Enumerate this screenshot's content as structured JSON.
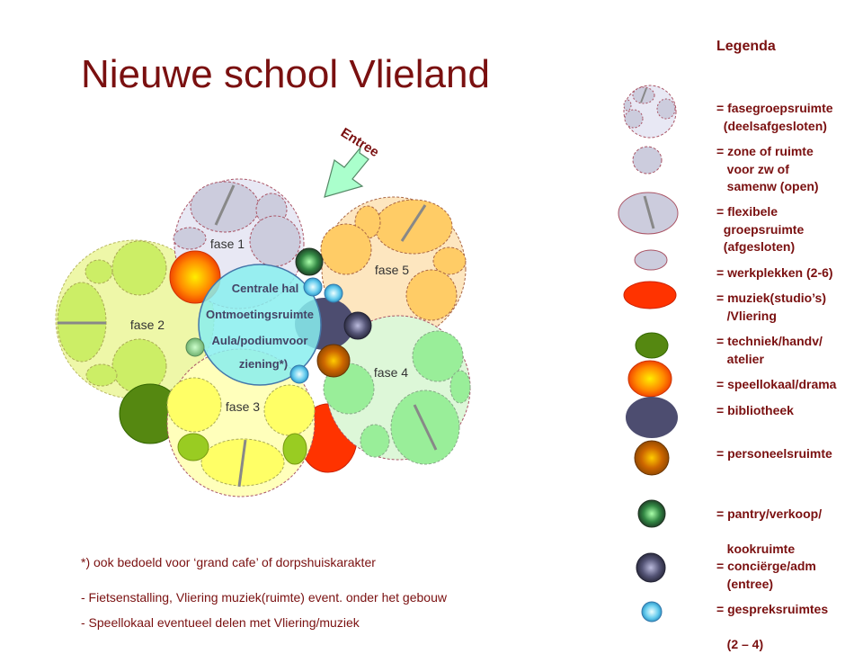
{
  "title": "Nieuwe school Vlieland",
  "diagram": {
    "entrance": "Entree",
    "zones": [
      "fase 1",
      "fase 2",
      "fase 3",
      "fase 4",
      "fase 5"
    ],
    "hall_lines": [
      "Centrale hal",
      "Ontmoetingsruimte",
      "Aula/podiumvoor",
      "ziening*)"
    ]
  },
  "legend": {
    "title": "Legenda",
    "items": [
      {
        "label": "= fasegroepsruimte\n  (deelsafgesloten)"
      },
      {
        "label": "= zone of ruimte\n   voor zw of\n   samenw (open)"
      },
      {
        "label": "= flexibele\n  groepsruimte\n  (afgesloten)"
      },
      {
        "label": "= werkplekken (2-6)"
      },
      {
        "label": "= muziek(studio’s)\n   /Vliering"
      },
      {
        "label": "= techniek/handv/\n   atelier"
      },
      {
        "label": "= speellokaal/drama"
      },
      {
        "label": "= bibliotheek"
      },
      {
        "label": "= personeelsruimte"
      },
      {
        "label": "= pantry/verkoop/\n\n   kookruimte"
      },
      {
        "label": "= conciërge/adm\n   (entree)"
      },
      {
        "label": "= gespreksruimtes\n\n   (2 – 4)"
      }
    ]
  },
  "notes": [
    "*) ook bedoeld voor ‘grand cafe’ of dorpshuiskarakter",
    "- Fietsenstalling,  Vliering muziek(ruimte)  event.  onder het gebouw",
    "- Speellokaal eventueel  delen met Vliering/muziek"
  ]
}
